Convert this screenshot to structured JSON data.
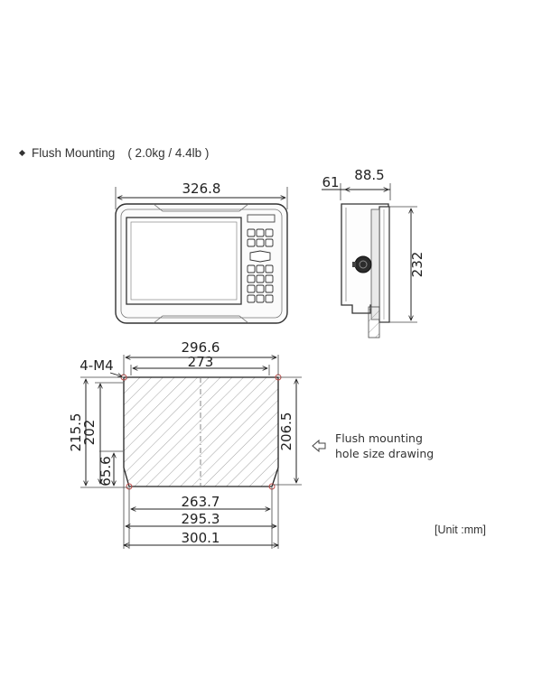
{
  "heading": {
    "title": "Flush Mounting",
    "weight": "( 2.0kg / 4.4lb )"
  },
  "front_view": {
    "width_label": "326.8"
  },
  "side_view": {
    "depth_front_label": "61",
    "depth_rear_label": "88.5",
    "height_label": "232"
  },
  "cutout": {
    "screw_label": "4-M4",
    "top_outer_label": "296.6",
    "top_inner_label": "273",
    "left_outer_label": "215.5",
    "left_inner_label": "202",
    "left_lower_label": "65.6",
    "right_label": "206.5",
    "bottom_inner_label": "263.7",
    "bottom_mid_label": "295.3",
    "bottom_outer_label": "300.1"
  },
  "note": {
    "line1": "Flush mounting",
    "line2": "hole size drawing"
  },
  "unit": "[Unit :mm]"
}
